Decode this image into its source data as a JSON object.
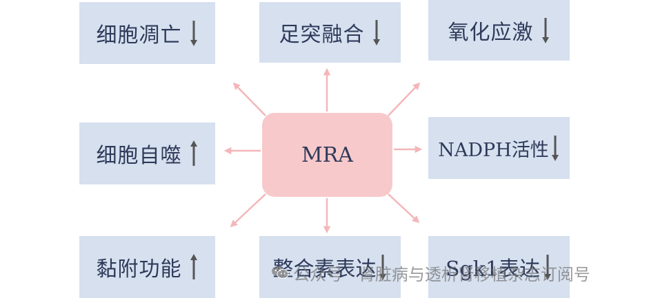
{
  "center": {
    "label": "MRA"
  },
  "colors": {
    "box_fill": "#d6e0ef",
    "center_fill": "#f7c9cb",
    "arrow": "#f4b6b9",
    "text": "#2f3a5a",
    "trend_arrow": "#555555"
  },
  "effects": [
    {
      "id": "apoptosis",
      "label": "细胞凋亡",
      "trend": "down"
    },
    {
      "id": "fusion",
      "label": "足突融合",
      "trend": "down"
    },
    {
      "id": "oxidative",
      "label": "氧化应激",
      "trend": "down"
    },
    {
      "id": "autophagy",
      "label": "细胞自噬",
      "trend": "up"
    },
    {
      "id": "nadph",
      "label": "NADPH活性",
      "trend": "down"
    },
    {
      "id": "adhesion",
      "label": "黏附功能",
      "trend": "up"
    },
    {
      "id": "integrin",
      "label": "整合素表达",
      "trend": "down"
    },
    {
      "id": "sgk1",
      "label": "Sgk1表达",
      "trend": "down"
    }
  ],
  "watermark": {
    "icon": "wechat-icon",
    "text": "公众号 · 肾脏病与透析肾移植杂志订阅号"
  }
}
